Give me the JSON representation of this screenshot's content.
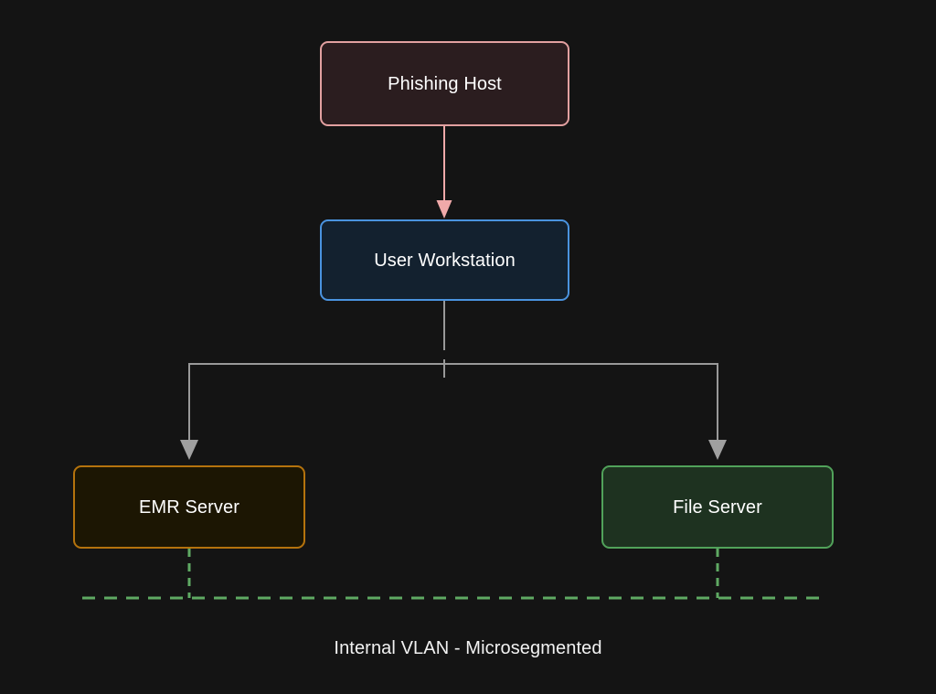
{
  "diagram": {
    "title": "Internal VLAN - Microsegmented",
    "background_color": "#141414",
    "nodes": [
      {
        "id": "phishing-host",
        "label": "Phishing Host",
        "border_color": "#e2a0a0",
        "fill_color": "#2b1d1f",
        "text_color": "#ffffff"
      },
      {
        "id": "user-workstation",
        "label": "User Workstation",
        "border_color": "#4a93df",
        "fill_color": "#13212f",
        "text_color": "#ffffff"
      },
      {
        "id": "emr-server",
        "label": "EMR Server",
        "border_color": "#b5730d",
        "fill_color": "#1c1603",
        "text_color": "#ffffff"
      },
      {
        "id": "file-server",
        "label": "File Server",
        "border_color": "#51a25a",
        "fill_color": "#1e3220",
        "text_color": "#ffffff"
      }
    ],
    "edges": [
      {
        "id": "phishing-to-workstation",
        "from": "phishing-host",
        "to": "user-workstation",
        "style": "solid",
        "color": "#f0a9a9",
        "arrow": true
      },
      {
        "id": "workstation-to-emr",
        "from": "user-workstation",
        "to": "emr-server",
        "style": "solid",
        "color": "#999999",
        "arrow": true
      },
      {
        "id": "workstation-to-file",
        "from": "user-workstation",
        "to": "file-server",
        "style": "solid",
        "color": "#999999",
        "arrow": true
      },
      {
        "id": "emr-to-vlan",
        "from": "emr-server",
        "to": "vlan-boundary",
        "style": "dashed",
        "color": "#5faa63",
        "arrow": false
      },
      {
        "id": "file-to-vlan",
        "from": "file-server",
        "to": "vlan-boundary",
        "style": "dashed",
        "color": "#5faa63",
        "arrow": false
      }
    ],
    "vlan_boundary": {
      "label": "Internal VLAN - Microsegmented",
      "color": "#5faa63",
      "style": "dashed"
    }
  }
}
